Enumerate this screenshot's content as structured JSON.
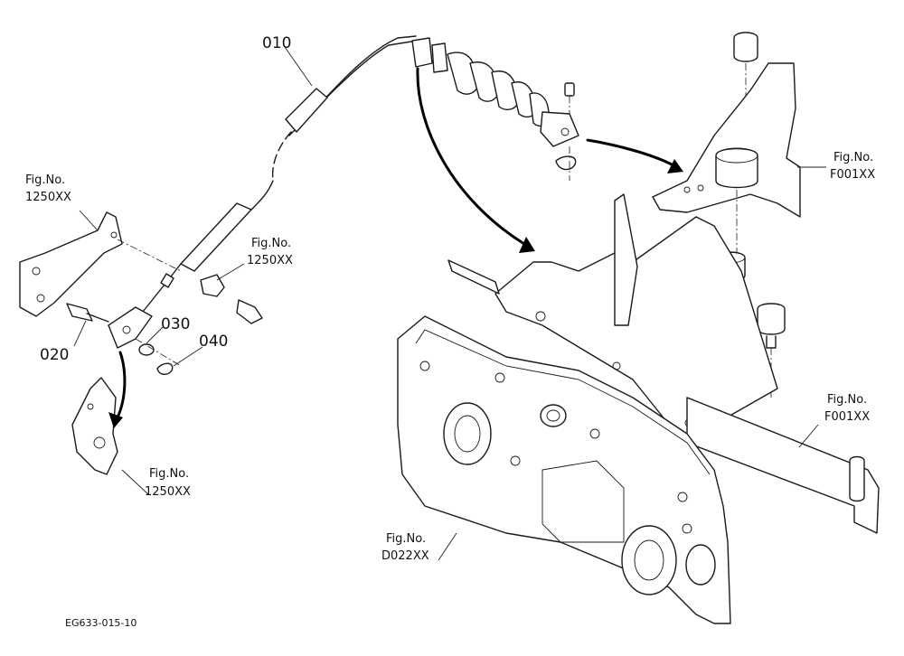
{
  "parts": {
    "p010": "010",
    "p020": "020",
    "p030": "030",
    "p040": "040"
  },
  "references": {
    "ref_1250_top_left": {
      "line1": "Fig.No.",
      "line2": "1250XX"
    },
    "ref_1250_mid": {
      "line1": "Fig.No.",
      "line2": "1250XX"
    },
    "ref_1250_bottom": {
      "line1": "Fig.No.",
      "line2": "1250XX"
    },
    "ref_f001_top": {
      "line1": "Fig.No.",
      "line2": "F001XX"
    },
    "ref_f001_right": {
      "line1": "Fig.No.",
      "line2": "F001XX"
    },
    "ref_d022": {
      "line1": "Fig.No.",
      "line2": "D022XX"
    }
  },
  "drawing_code": "EG633-015-10",
  "colors": {
    "line": "#1a1a1a",
    "background": "#ffffff",
    "arrow": "#000000"
  }
}
